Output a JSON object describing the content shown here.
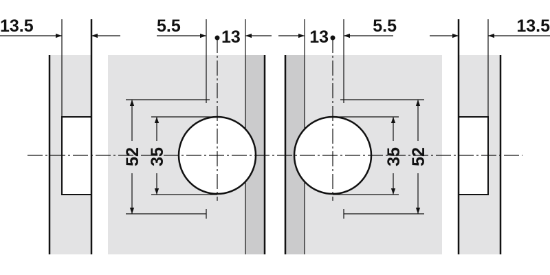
{
  "colors": {
    "panel": "#e3e3e4",
    "edge_strip": "#cbcbcc",
    "line": "#111111",
    "background": "#ffffff"
  },
  "left": {
    "edge_distance": "13.5",
    "offset": "5.5",
    "center_distance": "13",
    "outer_height": "52",
    "cup_diameter": "35"
  },
  "right": {
    "edge_distance": "13.5",
    "offset": "5.5",
    "center_distance": "13",
    "outer_height": "52",
    "cup_diameter": "35"
  }
}
